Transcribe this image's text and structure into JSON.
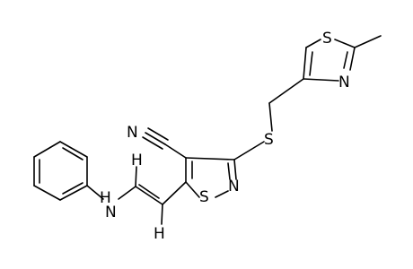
{
  "molecule": {
    "atoms": {
      "sulfur_thiazole": "S",
      "nitrogen_thiazole": "N",
      "sulfur_thioether": "S",
      "nitrogen_nitrile": "N",
      "nitrogen_isothiazole": "N",
      "sulfur_isothiazole": "S",
      "hydrogen_amine": "H",
      "nitrogen_amine": "N",
      "hydrogen_vinyl_top": "H",
      "hydrogen_vinyl_bottom": "H"
    },
    "colors": {
      "bond": "#000000",
      "background": "#ffffff"
    }
  }
}
